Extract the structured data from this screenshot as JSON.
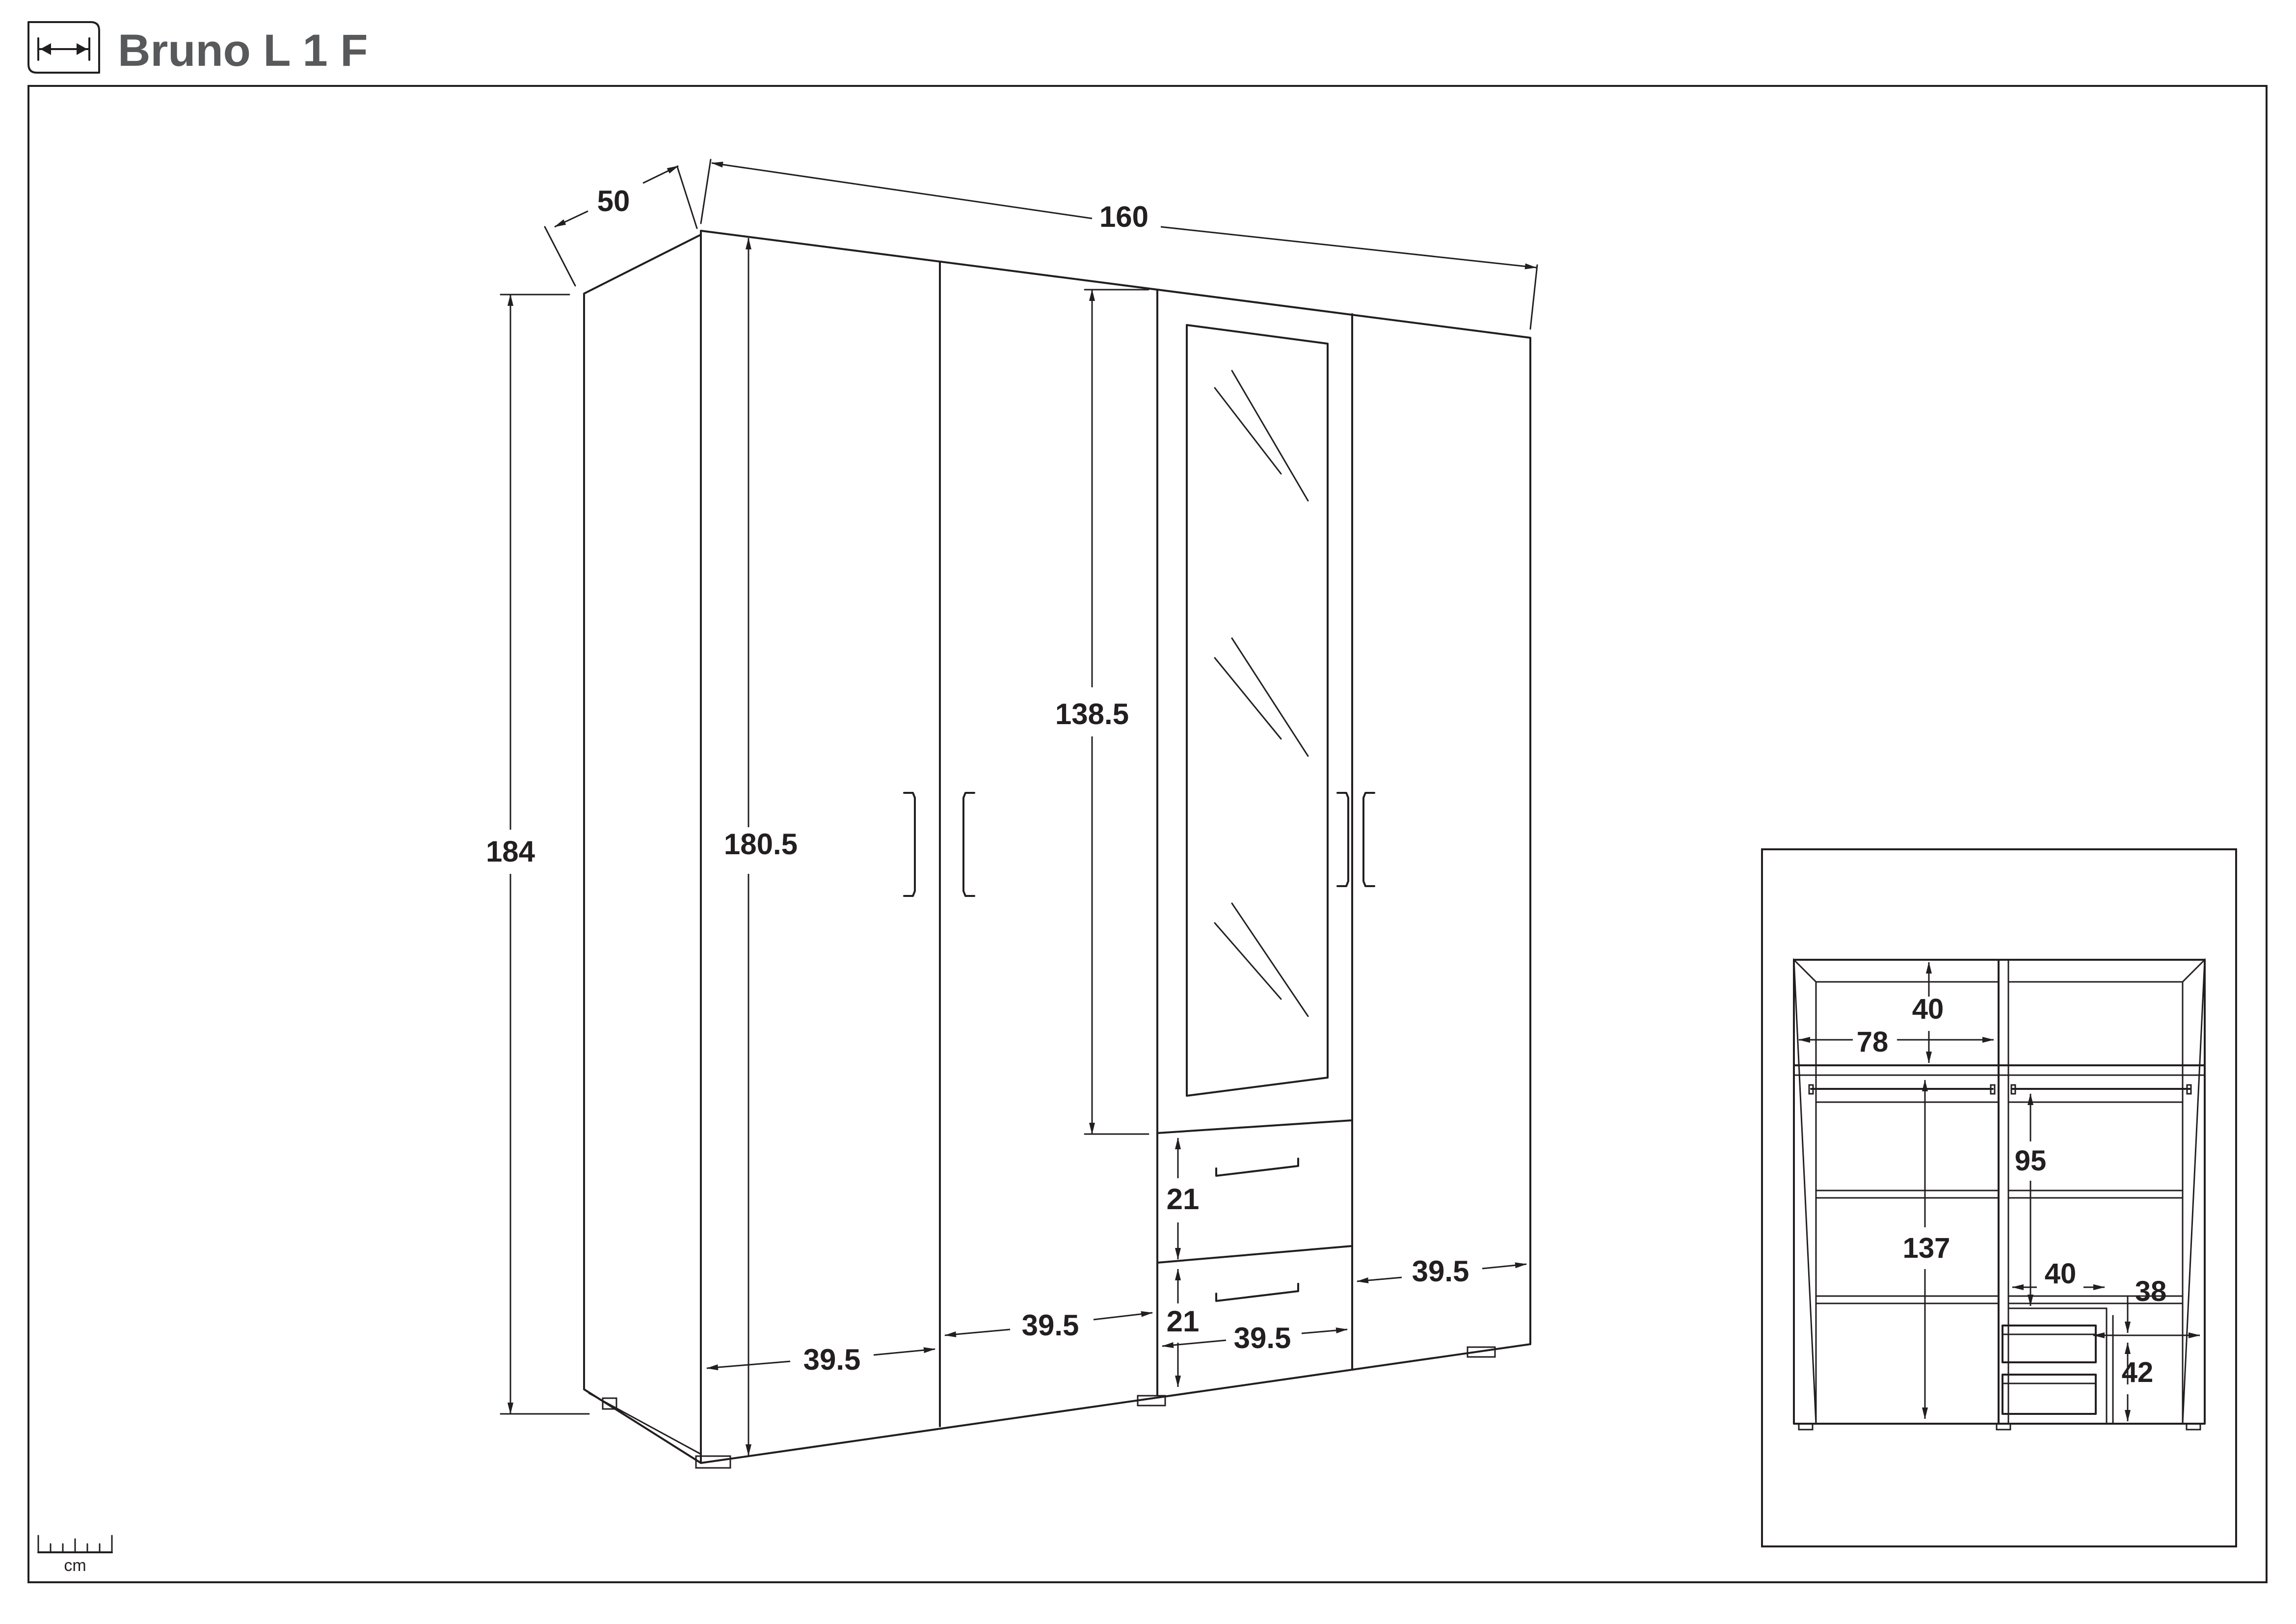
{
  "header": {
    "title": "Bruno L 1 F",
    "icon": "dimension-icon"
  },
  "scale": {
    "unit": "cm",
    "icon": "ruler-icon"
  },
  "dimensions": {
    "depth": "50",
    "width": "160",
    "total_height": "184",
    "door_height": "180.5",
    "mirror_height": "138.5",
    "drawer_height_top": "21",
    "drawer_height_bottom": "21",
    "door_width_left": "39.5",
    "door_width_second": "39.5",
    "drawer_width": "39.5",
    "door_width_right": "39.5"
  },
  "interior": {
    "top_shelf_height": "40",
    "compartment_width": "78",
    "hanging_height": "95",
    "left_height": "137",
    "drawer_module_width": "40",
    "drawer_shelf_width": "38",
    "drawer_module_height": "42"
  },
  "colors": {
    "line": "#231f20",
    "title": "#58595b",
    "background": "#ffffff"
  }
}
